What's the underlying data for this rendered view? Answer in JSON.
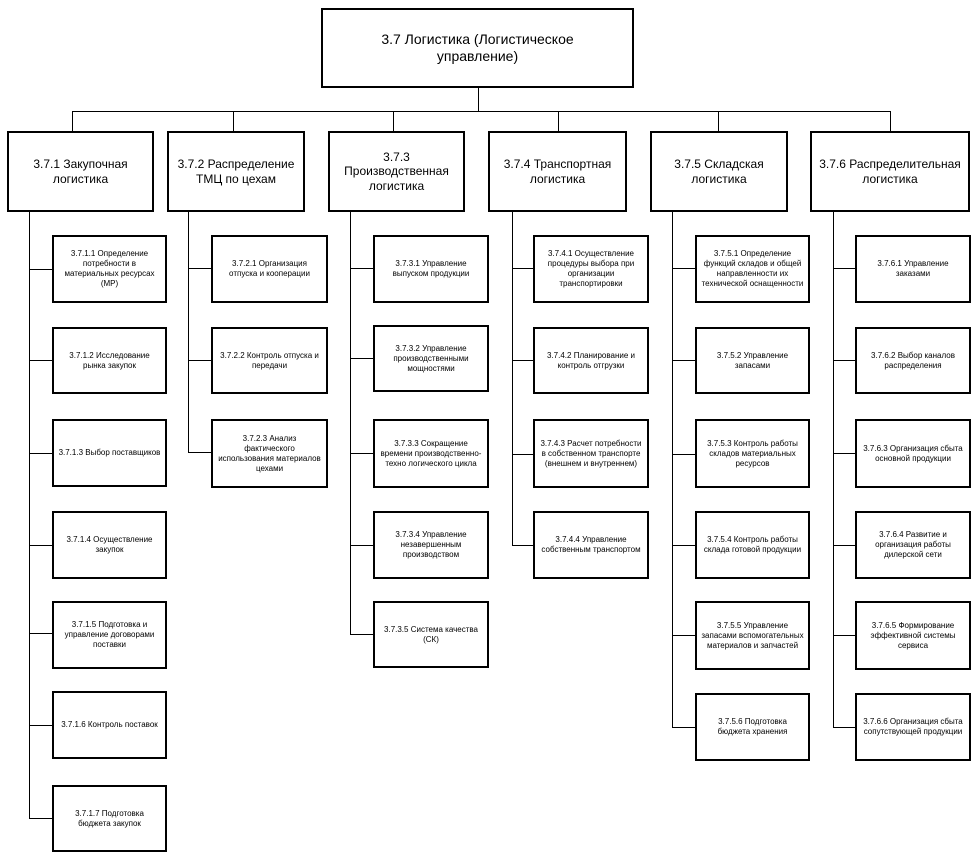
{
  "root": {
    "label": "3.7 Логистика (Логистическое управление)"
  },
  "columns": [
    {
      "label": "3.7.1 Закупочная логистика",
      "items": [
        "3.7.1.1 Определение потребности в материальных ресурсах (МР)",
        "3.7.1.2 Исследование рынка закупок",
        "3.7.1.3 Выбор поставщиков",
        "3.7.1.4 Осуществление закупок",
        "3.7.1.5 Подготовка и управление договорами поставки",
        "3.7.1.6 Контроль поставок",
        "3.7.1.7 Подготовка бюджета закупок"
      ]
    },
    {
      "label": "3.7.2 Распределение ТМЦ по цехам",
      "items": [
        "3.7.2.1 Организация отпуска и кооперации",
        "3.7.2.2 Контроль отпуска и передачи",
        "3.7.2.3 Анализ фактического использования материалов цехами"
      ]
    },
    {
      "label": "3.7.3 Производственная логистика",
      "items": [
        "3.7.3.1 Управление выпуском продукции",
        "3.7.3.2 Управление производственными мощностями",
        "3.7.3.3 Сокращение времени производственно-техно логического цикла",
        "3.7.3.4 Управление незавершенным производством",
        "3.7.3.5 Система качества (СК)"
      ]
    },
    {
      "label": "3.7.4 Транспортная логистика",
      "items": [
        "3.7.4.1 Осуществление процедуры выбора при организации транспортировки",
        "3.7.4.2 Планирование и контроль отгрузки",
        "3.7.4.3 Расчет потребности в собственном транспорте (внешнем и внутреннем)",
        "3.7.4.4 Управление собственным транспортом"
      ]
    },
    {
      "label": "3.7.5 Складская логистика",
      "items": [
        "3.7.5.1 Определение функций складов и общей направленности их технической оснащенности",
        "3.7.5.2 Управление запасами",
        "3.7.5.3 Контроль работы складов материальных ресурсов",
        "3.7.5.4 Контроль работы склада готовой продукции",
        "3.7.5.5 Управление запасами вспомогательных материалов и запчастей",
        "3.7.5.6 Подготовка бюджета хранения"
      ]
    },
    {
      "label": "3.7.6 Распределительная логистика",
      "items": [
        "3.7.6.1 Управление заказами",
        "3.7.6.2 Выбор каналов распределения",
        "3.7.6.3 Организация сбыта основной продукции",
        "3.7.6.4 Развитие и организация работы дилерской сети",
        "3.7.6.5 Формирование эффективной системы сервиса",
        "3.7.6.6 Организация сбыта сопутствующей продукции"
      ]
    }
  ]
}
